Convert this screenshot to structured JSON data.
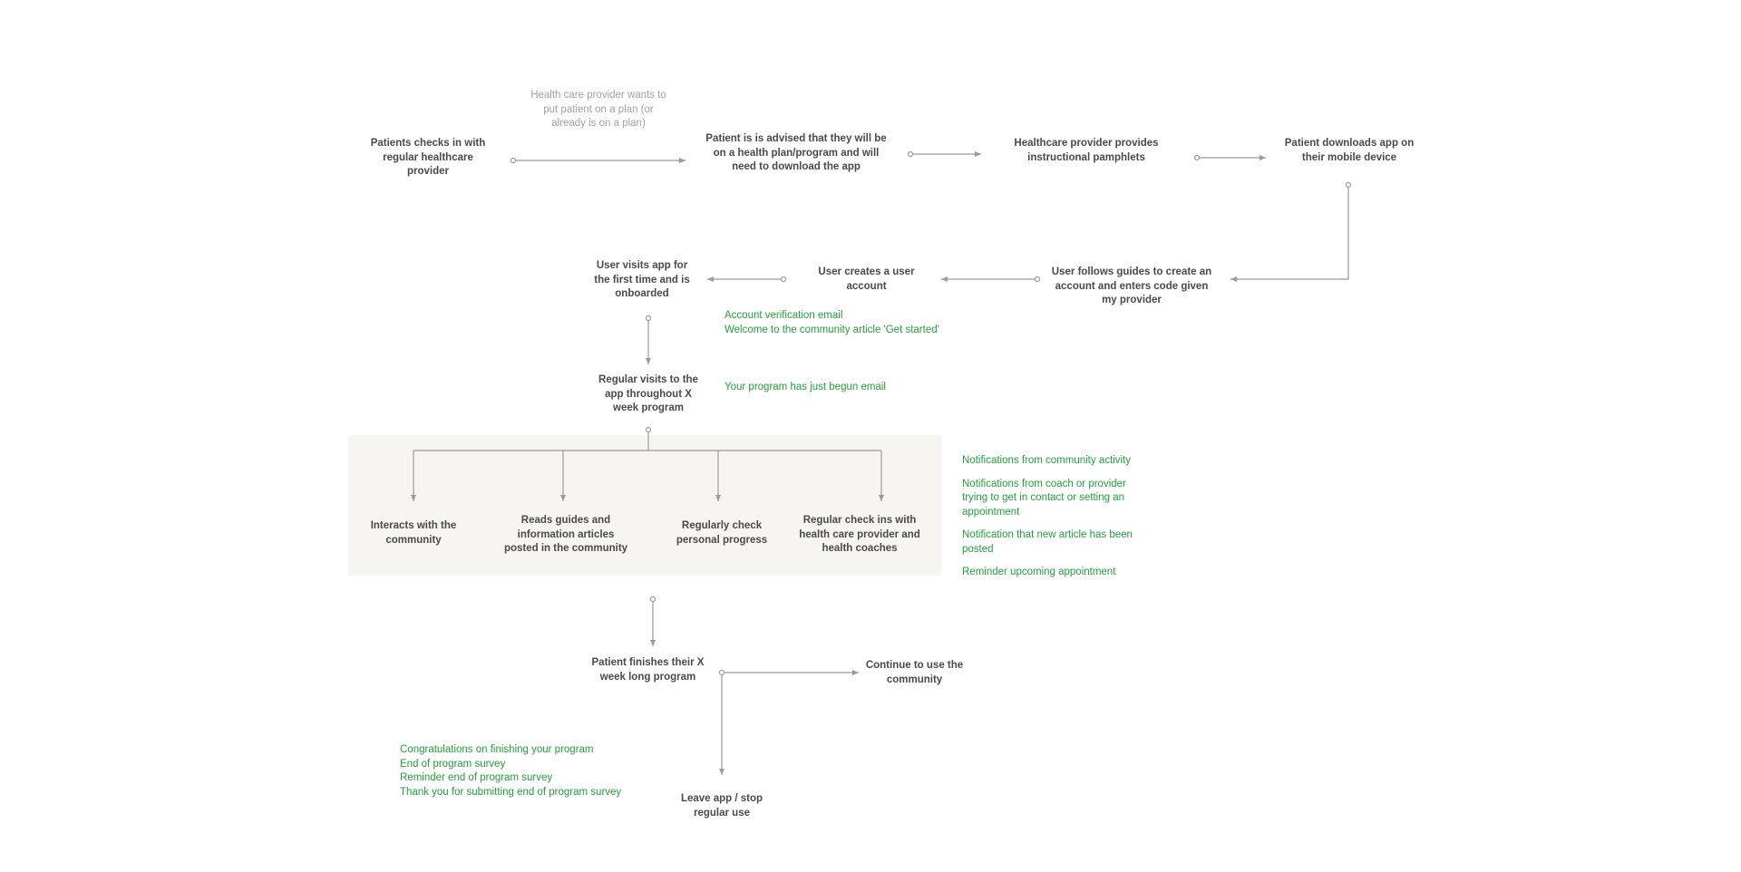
{
  "colors": {
    "node_text": "#4a4a4a",
    "note_text": "#a3a3a3",
    "touchpoint_text": "#22a03a",
    "connector": "#9b9b9b",
    "group_background": "#f7f5f1"
  },
  "nodes": {
    "check_in": "Patients checks in with regular healthcare provider",
    "advised": "Patient is is advised that they will be on a health plan/program and will need to download the app",
    "pamphlets": "Healthcare provider provides instructional pamphlets",
    "downloads_app": "Patient downloads app on their mobile device",
    "follows_guides": "User follows guides to create an account and enters code given my provider",
    "creates_account": "User creates a user account",
    "first_visit": "User visits app for the first time and is onboarded",
    "regular_visits": "Regular visits to the app throughout X week program",
    "community": "Interacts with the community",
    "reads_guides": "Reads guides and information articles posted in the community",
    "check_progress": "Regularly check personal progress",
    "check_ins": "Regular check ins with health care provider and health coaches",
    "finishes": "Patient finishes their X week long program",
    "continue": "Continue to use the community",
    "leave": "Leave app / stop regular use"
  },
  "notes": {
    "provider_wants": "Health care provider wants to put patient on a plan (or already is on a plan)"
  },
  "touchpoints": {
    "onboarding": [
      "Account verification email",
      "Welcome to the community article 'Get started'"
    ],
    "program_start": "Your program has just begun email",
    "during_program": [
      "Notifications from community activity",
      "Notifications from coach or provider trying to get in contact or setting an appointment",
      "Notification that new article has been posted",
      "Reminder upcoming appointment"
    ],
    "program_end": [
      "Congratulations on finishing your program",
      "End of program survey",
      "Reminder end of program survey",
      "Thank you for submitting end of program survey"
    ]
  }
}
